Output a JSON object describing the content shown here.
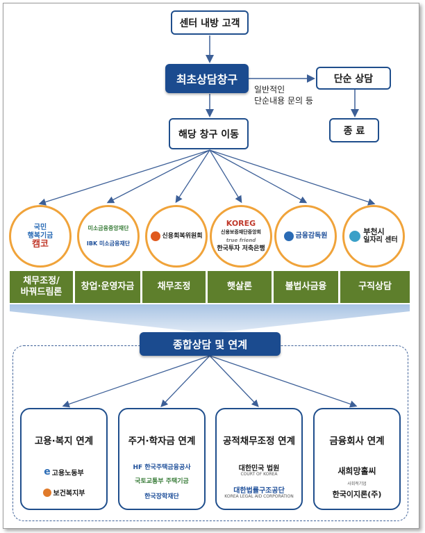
{
  "top": {
    "start": "센터 내방 고객",
    "first_window": "최초상담창구",
    "simple": "단순 상담",
    "note_line1": "일반적인",
    "note_line2": "단순내용 문의 등",
    "end": "종 료",
    "move": "해당 창구 이동"
  },
  "agencies": [
    {
      "logo_lines": [
        "국민",
        "행복기금",
        "캠코"
      ]
    },
    {
      "logo_lines": [
        "미소금융중앙재단",
        "IBK 미소금융재단"
      ]
    },
    {
      "logo_lines": [
        "신용회복위원회"
      ]
    },
    {
      "logo_lines": [
        "KOREG",
        "신용보증재단중앙회",
        "true friend",
        "한국투자 저축은행"
      ]
    },
    {
      "logo_lines": [
        "금융감독원"
      ]
    },
    {
      "logo_lines": [
        "부천시",
        "일자리 센터"
      ]
    }
  ],
  "services": [
    "채무조정/\n바꿔드림론",
    "창업·운영자금",
    "채무조정",
    "햇살론",
    "불법사금융",
    "구직상담"
  ],
  "integrated": "종합상담 및 연계",
  "links": [
    {
      "title": "고용·복지 연계",
      "logos": [
        "고용노동부",
        "보건복지부"
      ]
    },
    {
      "title": "주거·학자금 연계",
      "logos": [
        "HF 한국주택금융공사",
        "국토교통부 주택기금",
        "한국장학재단"
      ]
    },
    {
      "title": "공적채무조정 연계",
      "logos": [
        "대한민국 법원",
        "COURT OF KOREA",
        "대한법률구조공단",
        "KOREA LEGAL AID CORPORATION"
      ]
    },
    {
      "title": "금융회사 연계",
      "logos": [
        "새희망홀씨",
        "사회적기업",
        "한국이지론(주)"
      ]
    }
  ],
  "colors": {
    "navy": "#1b4b8f",
    "green": "#5e7f2c",
    "orange": "#f0a33a",
    "line": "#3c5f97"
  }
}
